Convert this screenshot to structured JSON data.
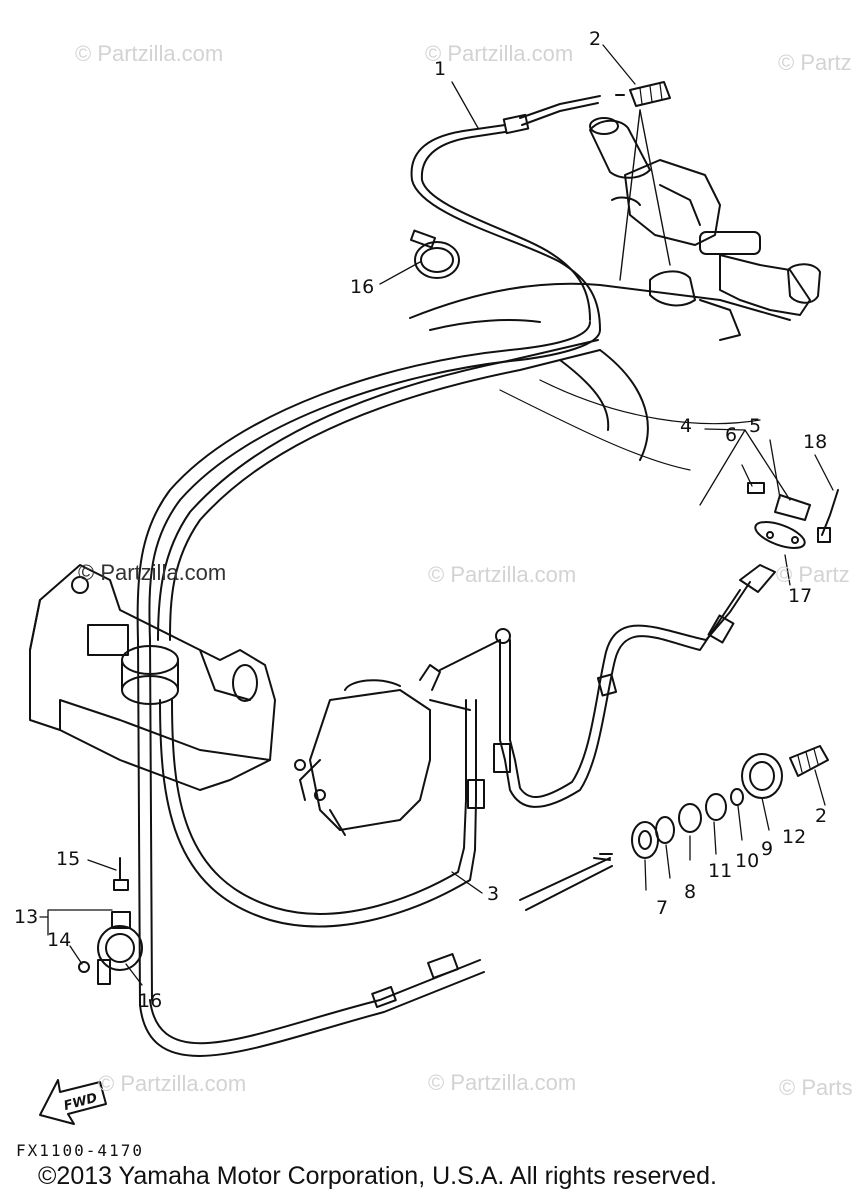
{
  "watermarks": [
    "© Partzilla.com",
    "© Partzilla.com",
    "© Partz",
    "© Partzilla.com",
    "© Partzilla.com",
    "© Partz",
    "© Partzilla.com",
    "© Partzilla.com",
    "© Parts"
  ],
  "callouts": [
    "1",
    "2",
    "16",
    "4",
    "5",
    "6",
    "18",
    "17",
    "3",
    "2",
    "12",
    "9",
    "10",
    "11",
    "8",
    "7",
    "15",
    "13",
    "14",
    "16"
  ],
  "fwd_label": "FWD",
  "diagram_code": "FX1100-4170",
  "copyright": "©2013 Yamaha Motor Corporation, U.S.A. All rights reserved.",
  "colors": {
    "line": "#111111",
    "watermark": "#d3d3d3",
    "background": "#ffffff"
  }
}
